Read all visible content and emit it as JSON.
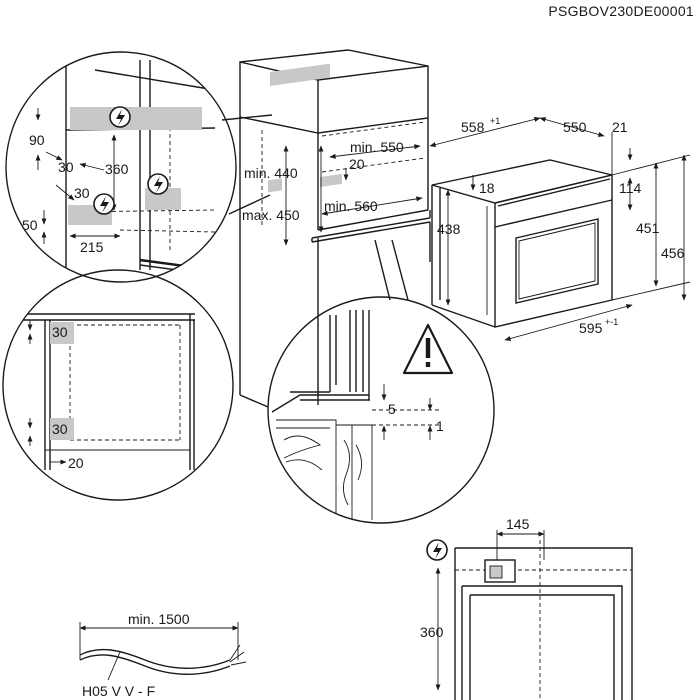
{
  "code": "PSGBOV230DE00001",
  "niche": {
    "min_440": "min. 440",
    "max_450": "max. 450",
    "min_550": "min. 550",
    "val_20": "20",
    "min_560": "min. 560"
  },
  "oven": {
    "w_558": "558",
    "w_558_tol": "+1",
    "d_550": "550",
    "d_21": "21",
    "h_18": "18",
    "h_114": "114",
    "h_438": "438",
    "h_451": "451",
    "h_456": "456",
    "w_595": "595",
    "w_595_tol": "+-1"
  },
  "detail_top": {
    "v90": "90",
    "v30a": "30",
    "v360": "360",
    "v30b": "30",
    "v50": "50",
    "v215": "215"
  },
  "detail_vent": {
    "v30a": "30",
    "v30b": "30",
    "v20": "20"
  },
  "detail_edge": {
    "v5": "5",
    "v1": "1"
  },
  "cable": {
    "length": "min. 1500",
    "type": "H05 V V - F"
  },
  "box": {
    "v145": "145",
    "v360": "360"
  },
  "icons": [
    "electric-hazard-icon",
    "warning-triangle-icon"
  ]
}
